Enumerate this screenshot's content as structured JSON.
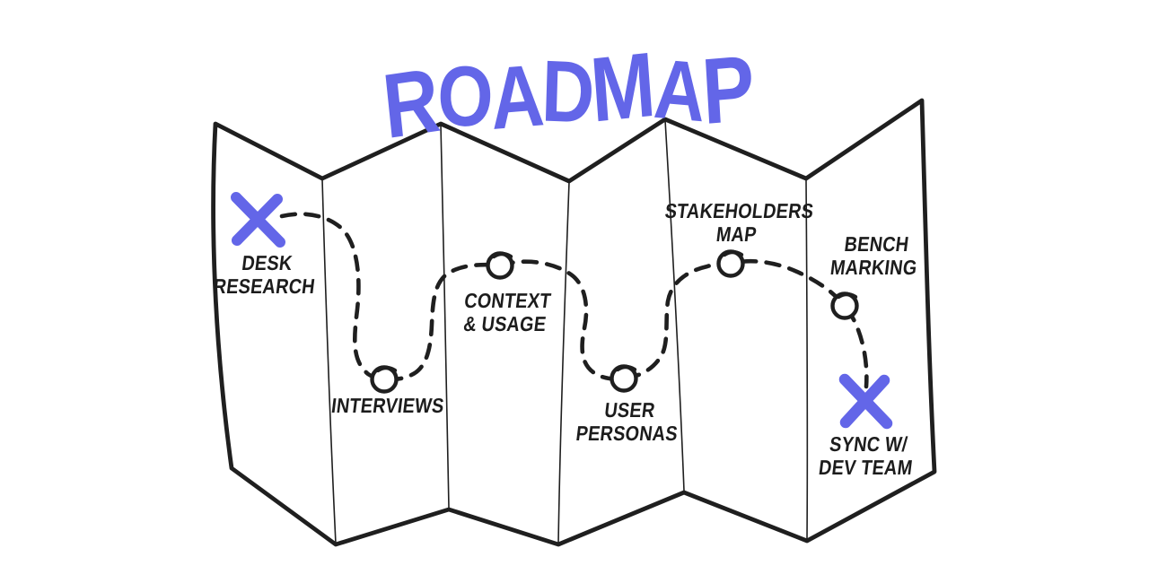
{
  "title": "ROADMAP",
  "colors": {
    "accent": "#6366E8",
    "ink": "#1F1F1F",
    "paper": "#FFFFFF"
  },
  "milestones": [
    {
      "label": "DESK\nRESEARCH",
      "marker": "x-marker"
    },
    {
      "label": "INTERVIEWS",
      "marker": "circle-waypoint"
    },
    {
      "label": "CONTEXT\n& USAGE",
      "marker": "circle-waypoint"
    },
    {
      "label": "USER\nPERSONAS",
      "marker": "circle-waypoint"
    },
    {
      "label": "STAKEHOLDERS\nMAP",
      "marker": "circle-waypoint"
    },
    {
      "label": "BENCH\nMARKING",
      "marker": "circle-waypoint"
    },
    {
      "label": "SYNC W/\nDEV TEAM",
      "marker": "x-marker"
    }
  ]
}
